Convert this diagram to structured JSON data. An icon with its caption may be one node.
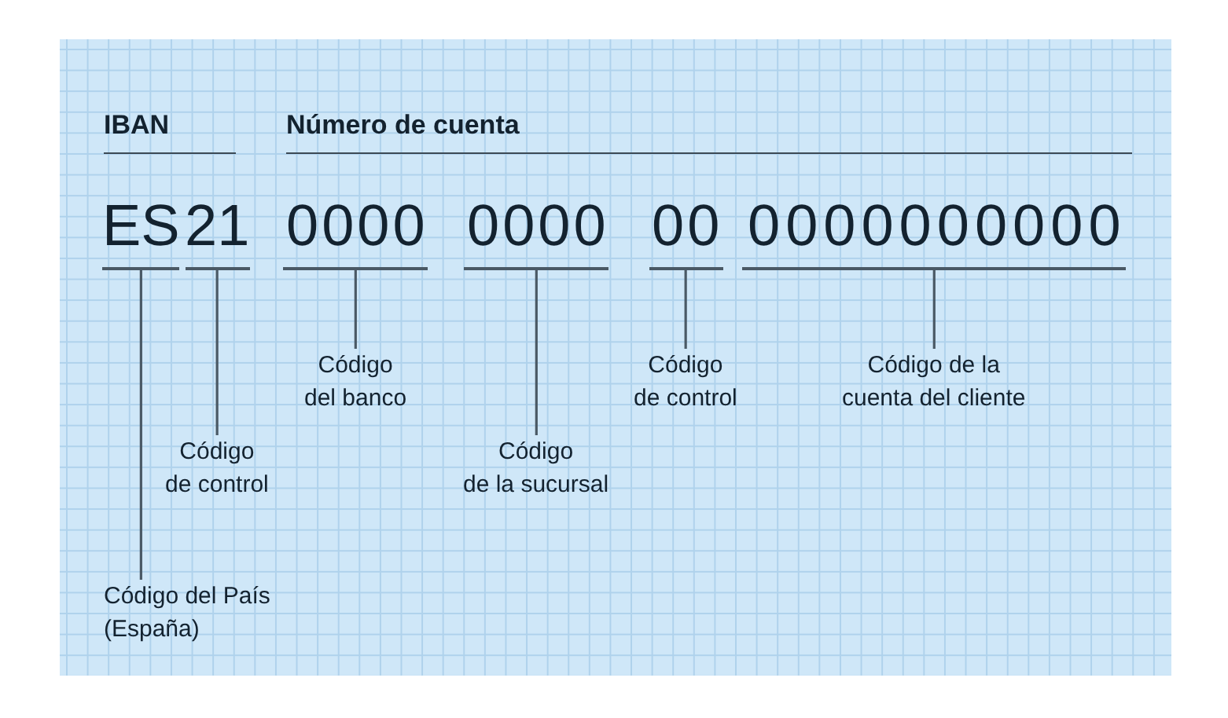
{
  "diagram": {
    "nodes": [
      {
        "text": [
          "ES"
        ]
      },
      {
        "text": [
          "21"
        ]
      },
      {
        "text": [
          "0000"
        ]
      },
      {
        "text": [
          "0000"
        ]
      },
      {
        "text": [
          "00"
        ]
      },
      {
        "text": [
          "0000000000"
        ]
      },
      {
        "text": [
          "Código del banco"
        ]
      },
      {
        "text": [
          "Código de control"
        ]
      },
      {
        "text": [
          "Código de la cuenta del cliente"
        ]
      },
      {
        "text": [
          "Código de control"
        ]
      },
      {
        "text": [
          "Código de la sucursal"
        ]
      },
      {
        "text": [
          "Código del País (España)"
        ]
      }
    ],
    "edges": [
      {
        "from": 11,
        "to": 0,
        "arrow": "none"
      },
      {
        "from": 9,
        "to": 1,
        "arrow": "none"
      },
      {
        "from": 6,
        "to": 2,
        "arrow": "none"
      },
      {
        "from": 10,
        "to": 3,
        "arrow": "none"
      },
      {
        "from": 7,
        "to": 4,
        "arrow": "none"
      },
      {
        "from": 8,
        "to": 5,
        "arrow": "none"
      }
    ],
    "labels": [
      "IBAN",
      "Número de cuenta"
    ]
  }
}
